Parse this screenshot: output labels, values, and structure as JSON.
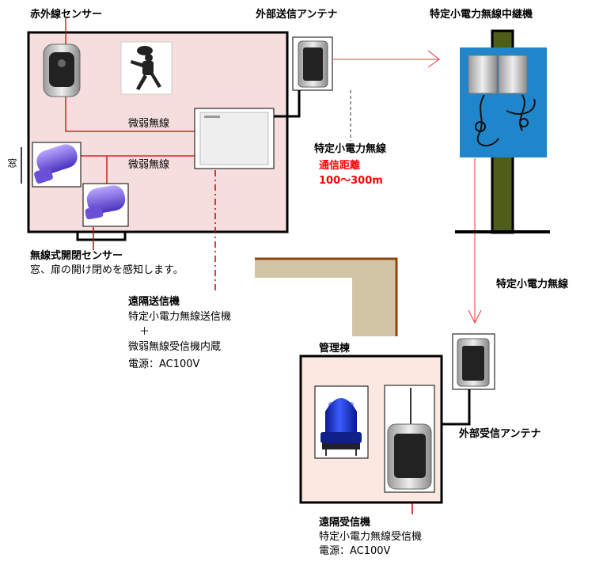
{
  "labels": {
    "ir_sensor": "赤外線センサー",
    "ext_tx_antenna": "外部送信アンテナ",
    "repeater": "特定小電力無線中継機",
    "weak_radio_1": "微弱無線",
    "weak_radio_2": "微弱無線",
    "window": "窓",
    "sp_radio_1": "特定小電力無線",
    "distance_label": "通信距離",
    "distance_value": "100～300m",
    "sp_radio_2": "特定小電力無線",
    "door_sensor_title": "無線式開閉センサー",
    "door_sensor_desc": "窓、扉の開け閉めを感知します。",
    "remote_tx_title": "遠隔送信機",
    "remote_tx_line1": "特定小電力無線送信機",
    "remote_tx_line2": "＋",
    "remote_tx_line3": "微弱無線受信機内蔵",
    "remote_tx_line4": "電源：AC100V",
    "mgmt_building": "管理棟",
    "ext_rx_antenna": "外部受信アンテナ",
    "remote_rx_title": "遠隔受信機",
    "remote_rx_line1": "特定小電力無線受信機",
    "remote_rx_line2": "電源：AC100V"
  },
  "colors": {
    "room_fill": "#f6dede",
    "mgmt_fill": "#fbe9e1",
    "wire_red": "#cc0000",
    "corridor_fill": "#d2c5a6",
    "corridor_edge": "#8b4513",
    "pole_green": "#4f5d1a",
    "board_blue": "#1f86cc",
    "sensor_purple": "#6a4fd8",
    "beacon_blue": "#1830c8"
  },
  "icons": {
    "ir_sensor": "motion-sensor-icon",
    "intruder": "intruder-photo",
    "transmitter": "transmitter-unit-icon",
    "antenna": "antenna-box-icon",
    "door_sensor": "door-sensor-icon",
    "beacon": "warning-light-icon",
    "receiver": "receiver-unit-icon"
  }
}
